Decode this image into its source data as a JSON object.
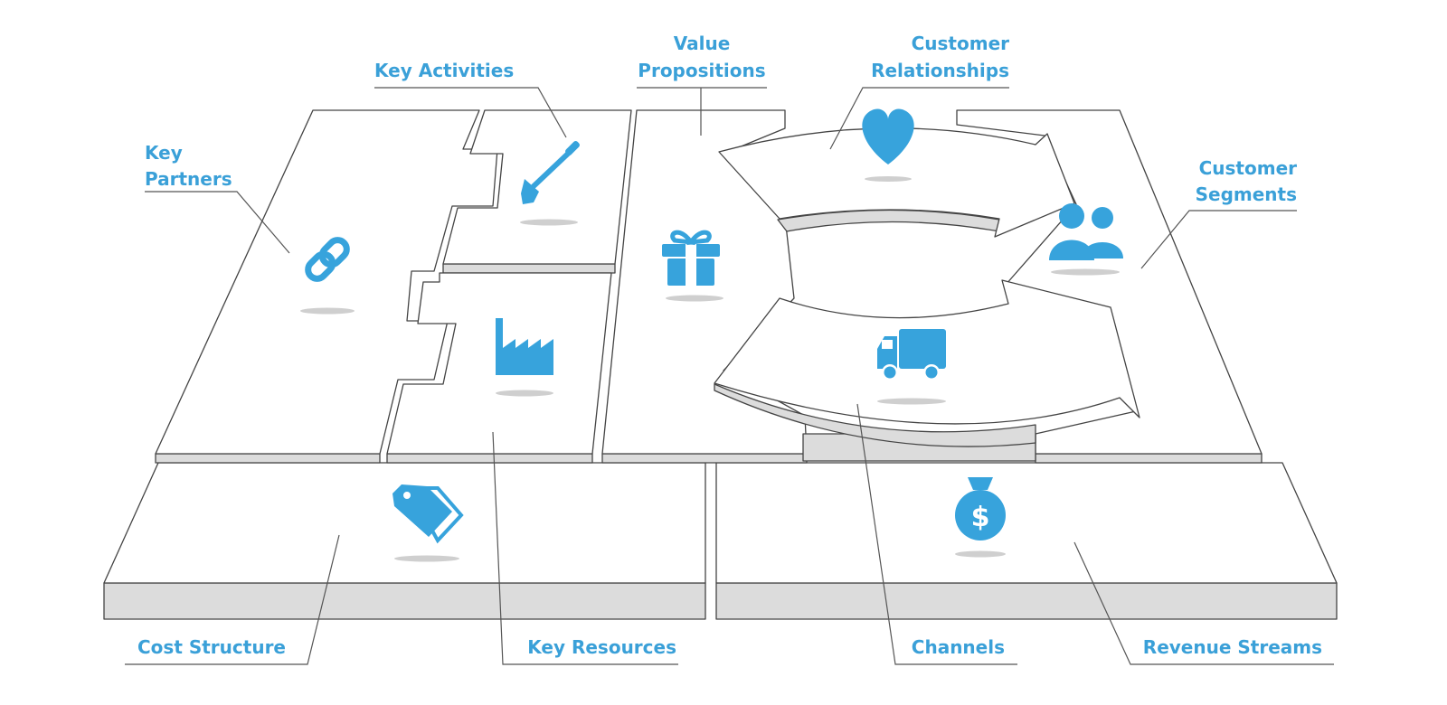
{
  "labels": {
    "key_partners": [
      "Key",
      "Partners"
    ],
    "key_activities": "Key Activities",
    "value_propositions": [
      "Value",
      "Propositions"
    ],
    "customer_relationships": [
      "Customer",
      "Relationships"
    ],
    "customer_segments": [
      "Customer",
      "Segments"
    ],
    "cost_structure": "Cost Structure",
    "key_resources": "Key Resources",
    "channels": "Channels",
    "revenue_streams": "Revenue Streams"
  },
  "icons": {
    "key_partners": "chain-link-icon",
    "key_activities": "shovel-icon",
    "key_resources": "factory-icon",
    "value_propositions": "gift-icon",
    "customer_relationships": "heart-icon",
    "customer_segments": "users-icon",
    "channels": "truck-icon",
    "cost_structure": "price-tags-icon",
    "revenue_streams": "money-bag-icon"
  },
  "colors": {
    "accent": "#37a3dc",
    "outline": "#444444",
    "side": "#dcdcdc"
  }
}
